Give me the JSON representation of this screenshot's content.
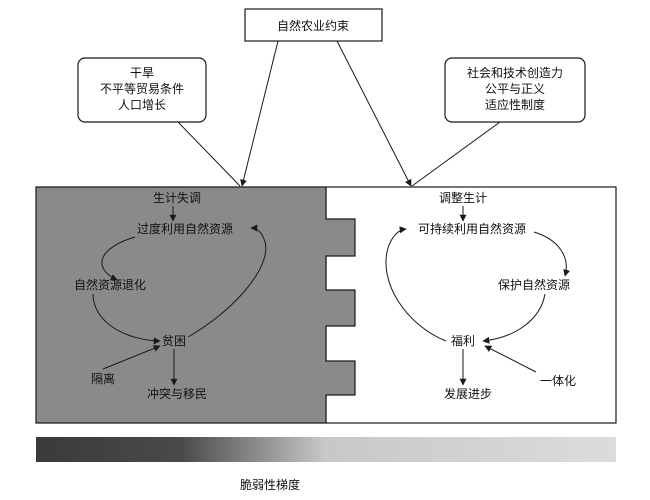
{
  "top_box": {
    "label": "自然农业约束"
  },
  "left_box": {
    "lines": [
      "干旱",
      "不平等贸易条件",
      "人口增长"
    ]
  },
  "right_box": {
    "lines": [
      "社会和技术创造力",
      "公平与正义",
      "适应性制度"
    ]
  },
  "left_panel": {
    "title": "生计失调",
    "nodes": {
      "overuse": "过度利用自然资源",
      "degradation": "自然资源退化",
      "poverty": "贫困",
      "isolation": "隔离",
      "conflict": "冲突与移民"
    }
  },
  "right_panel": {
    "title": "调整生计",
    "nodes": {
      "sustainable": "可持续利用自然资源",
      "protect": "保护自然资源",
      "welfare": "福利",
      "integration": "一体化",
      "development": "发展进步"
    }
  },
  "gradient_bar": {
    "caption": "脆弱性梯度"
  },
  "colors": {
    "left_panel_fill": "#8a8a8a",
    "right_panel_fill": "#ffffff",
    "stroke": "#1a1a1a"
  }
}
